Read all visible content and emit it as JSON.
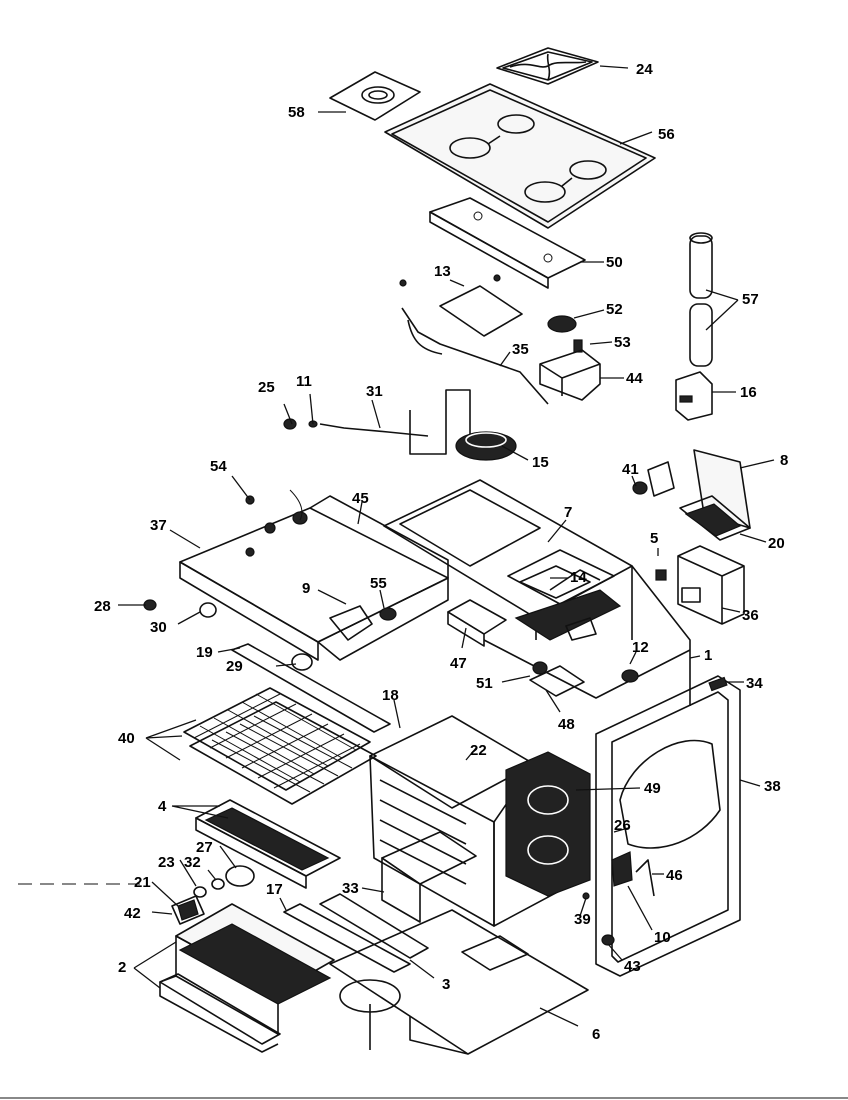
{
  "diagram": {
    "callouts": [
      {
        "num": "1"
      },
      {
        "num": "2"
      },
      {
        "num": "3"
      },
      {
        "num": "4"
      },
      {
        "num": "5"
      },
      {
        "num": "6"
      },
      {
        "num": "7"
      },
      {
        "num": "8"
      },
      {
        "num": "9"
      },
      {
        "num": "10"
      },
      {
        "num": "11"
      },
      {
        "num": "12"
      },
      {
        "num": "13"
      },
      {
        "num": "14"
      },
      {
        "num": "15"
      },
      {
        "num": "16"
      },
      {
        "num": "17"
      },
      {
        "num": "18"
      },
      {
        "num": "19"
      },
      {
        "num": "20"
      },
      {
        "num": "21"
      },
      {
        "num": "22"
      },
      {
        "num": "23"
      },
      {
        "num": "24"
      },
      {
        "num": "25"
      },
      {
        "num": "26"
      },
      {
        "num": "27"
      },
      {
        "num": "28"
      },
      {
        "num": "29"
      },
      {
        "num": "30"
      },
      {
        "num": "31"
      },
      {
        "num": "32"
      },
      {
        "num": "33"
      },
      {
        "num": "34"
      },
      {
        "num": "35"
      },
      {
        "num": "36"
      },
      {
        "num": "37"
      },
      {
        "num": "38"
      },
      {
        "num": "39"
      },
      {
        "num": "40"
      },
      {
        "num": "41"
      },
      {
        "num": "42"
      },
      {
        "num": "43"
      },
      {
        "num": "44"
      },
      {
        "num": "45"
      },
      {
        "num": "46"
      },
      {
        "num": "47"
      },
      {
        "num": "48"
      },
      {
        "num": "49"
      },
      {
        "num": "50"
      },
      {
        "num": "51"
      },
      {
        "num": "52"
      },
      {
        "num": "53"
      },
      {
        "num": "54"
      },
      {
        "num": "55"
      },
      {
        "num": "56"
      },
      {
        "num": "57"
      },
      {
        "num": "58"
      }
    ]
  }
}
